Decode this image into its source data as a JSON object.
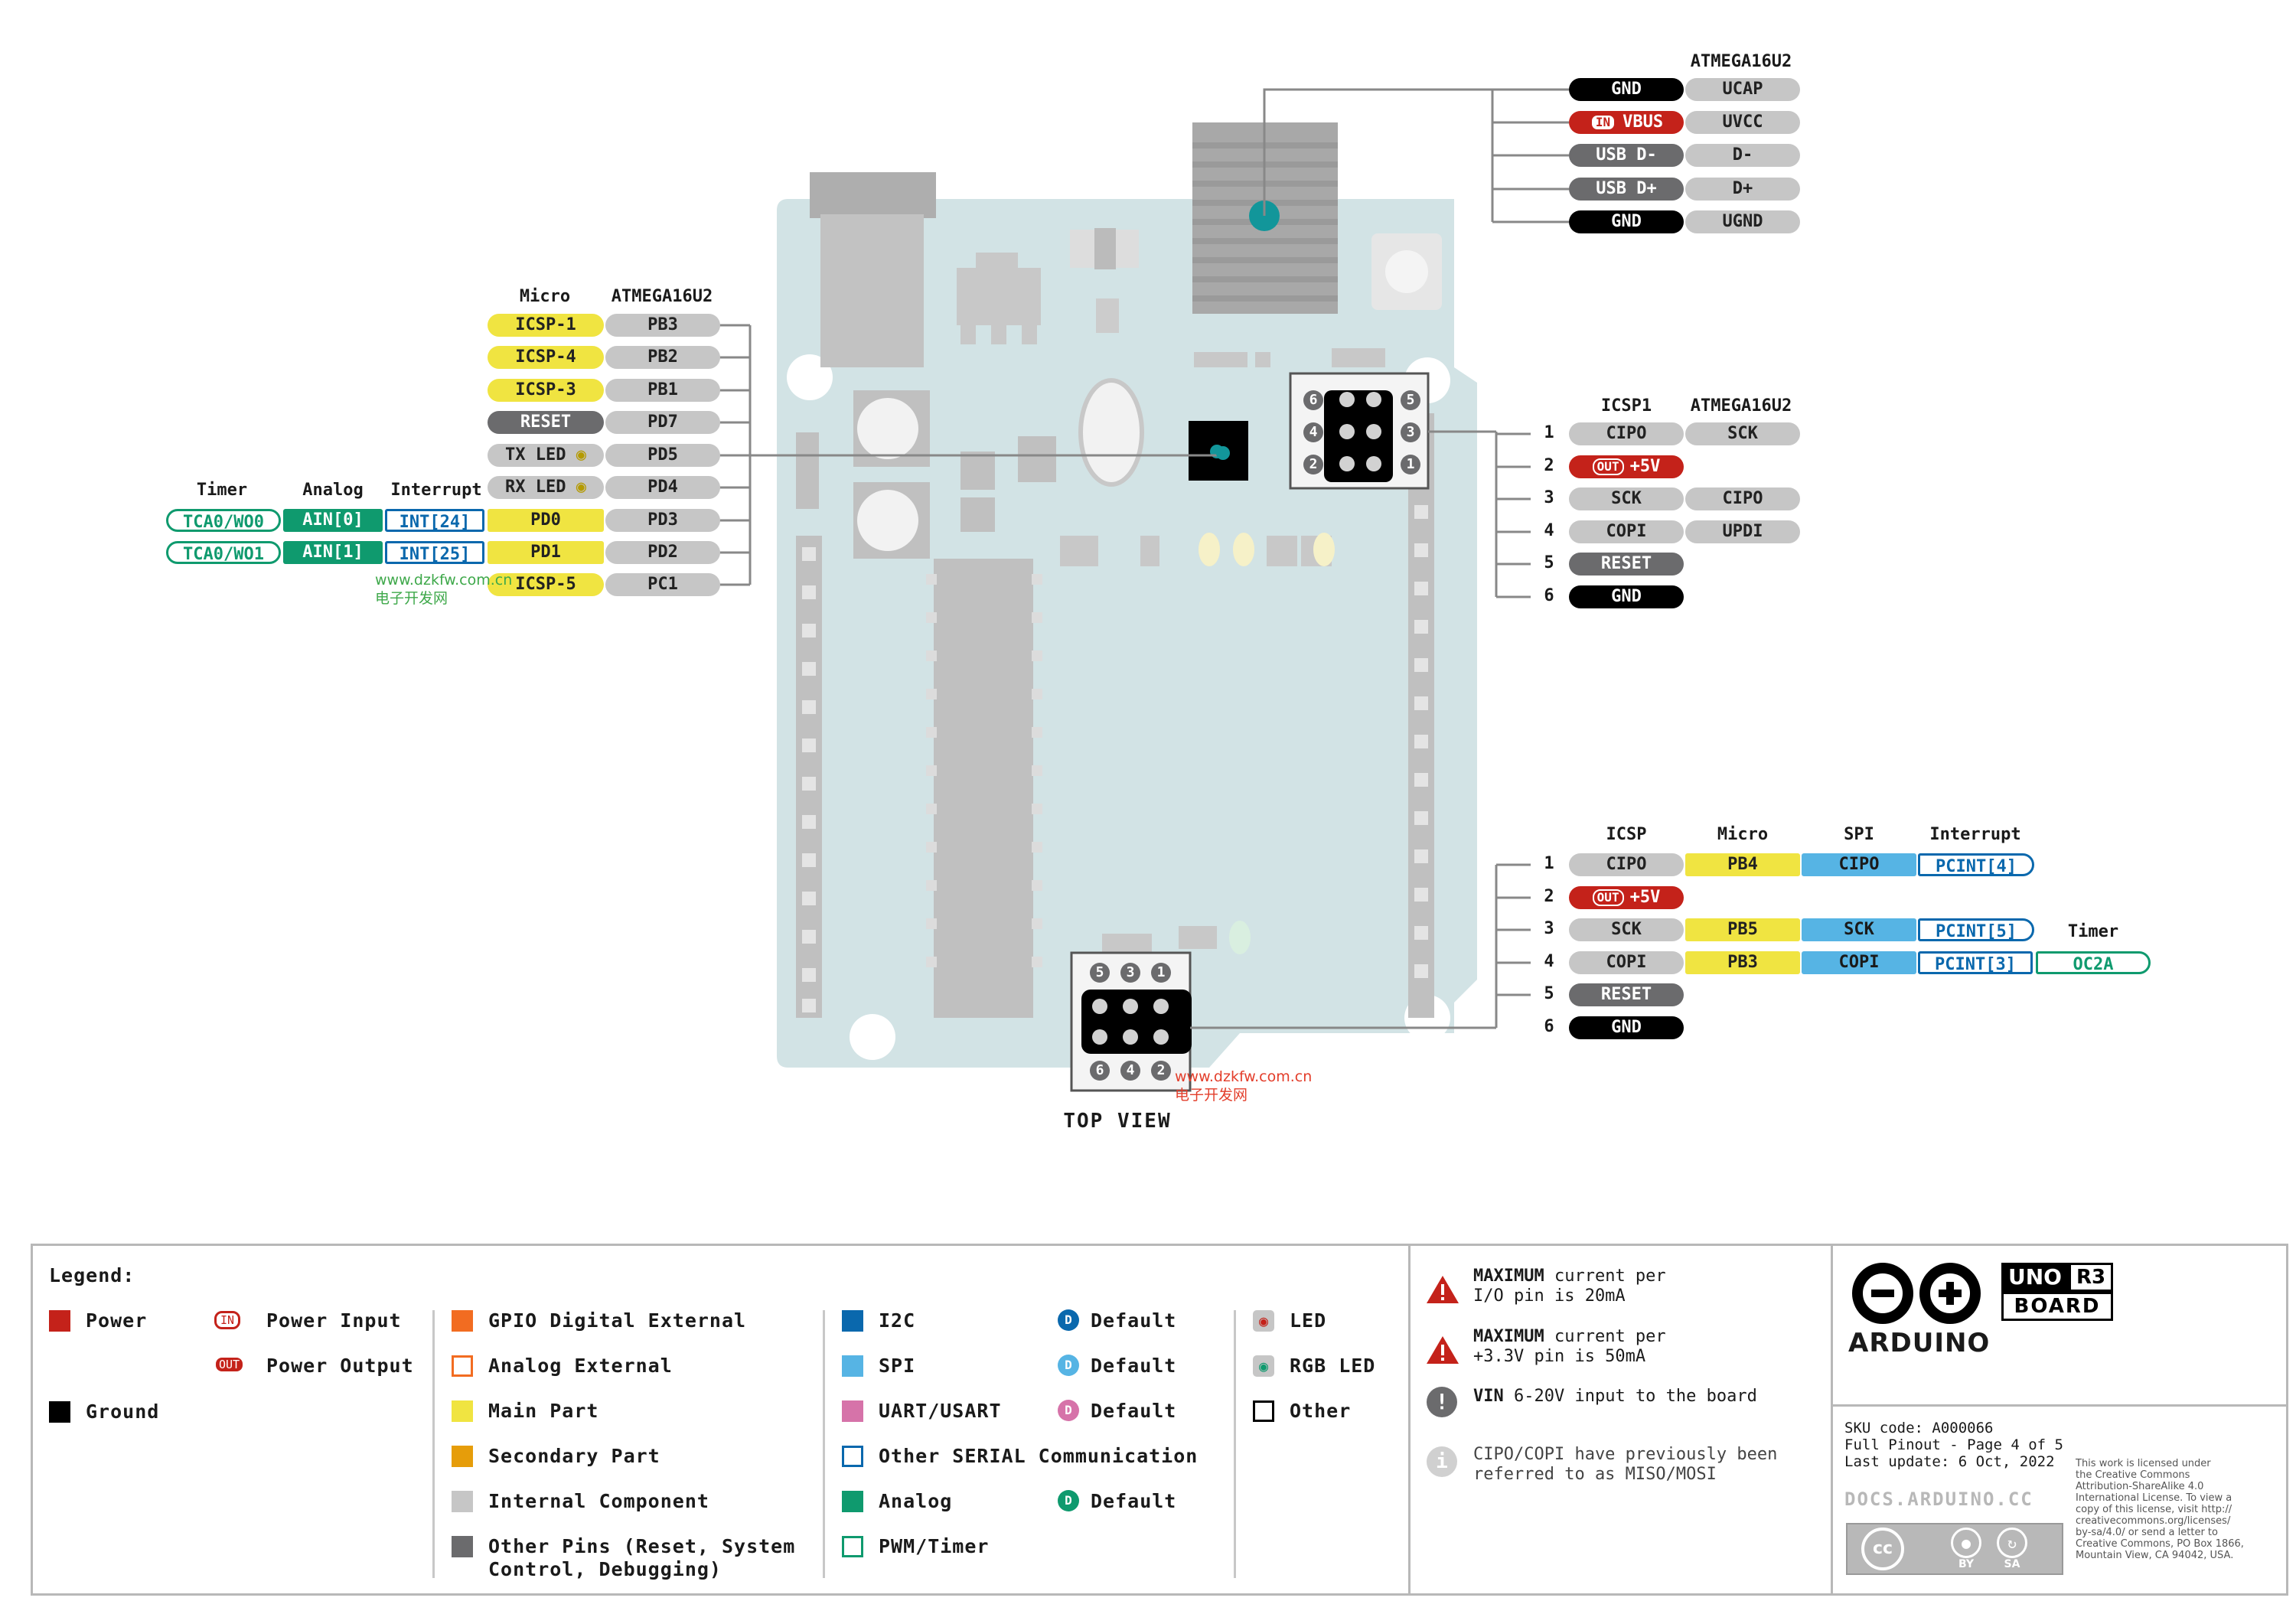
{
  "top_usb": {
    "header": "ATMEGA16U2",
    "rows": [
      {
        "left": "GND",
        "right": "UCAP",
        "left_color": "black"
      },
      {
        "left": "VBUS",
        "left_badge": "IN",
        "right": "UVCC",
        "left_color": "red"
      },
      {
        "left": "USB D-",
        "right": "D-",
        "left_color": "dgrey"
      },
      {
        "left": "USB D+",
        "right": "D+",
        "left_color": "dgrey"
      },
      {
        "left": "GND",
        "right": "UGND",
        "left_color": "black"
      }
    ]
  },
  "left_block": {
    "header_micro": "Micro",
    "header_atmega": "ATMEGA16U2",
    "header_timer": "Timer",
    "header_analog": "Analog",
    "header_interrupt": "Interrupt",
    "rows": [
      {
        "micro": "ICSP-1",
        "atmega": "PB3",
        "micro_color": "yellow"
      },
      {
        "micro": "ICSP-4",
        "atmega": "PB2",
        "micro_color": "yellow"
      },
      {
        "micro": "ICSP-3",
        "atmega": "PB1",
        "micro_color": "yellow"
      },
      {
        "micro": "RESET",
        "atmega": "PD7",
        "micro_color": "dgrey"
      },
      {
        "micro": "TX LED",
        "atmega": "PD5",
        "micro_color": "lgrey",
        "led": true
      },
      {
        "micro": "RX LED",
        "atmega": "PD4",
        "micro_color": "lgrey",
        "led": true
      },
      {
        "micro": "PD0",
        "atmega": "PD3",
        "micro_color": "yellow",
        "timer": "TCA0/WO0",
        "analog": "AIN[0]",
        "interrupt": "INT[24]"
      },
      {
        "micro": "PD1",
        "atmega": "PD2",
        "micro_color": "yellow",
        "timer": "TCA0/WO1",
        "analog": "AIN[1]",
        "interrupt": "INT[25]"
      },
      {
        "micro": "ICSP-5",
        "atmega": "PC1",
        "micro_color": "yellow"
      }
    ]
  },
  "icsp1": {
    "header_icsp": "ICSP1",
    "header_atmega": "ATMEGA16U2",
    "rows": [
      {
        "num": "1",
        "icsp": "CIPO",
        "atmega": "SCK",
        "color": "grey"
      },
      {
        "num": "2",
        "icsp": "+5V",
        "badge": "OUT",
        "color": "red"
      },
      {
        "num": "3",
        "icsp": "SCK",
        "atmega": "CIPO",
        "color": "grey"
      },
      {
        "num": "4",
        "icsp": "COPI",
        "atmega": "UPDI",
        "color": "grey"
      },
      {
        "num": "5",
        "icsp": "RESET",
        "color": "dgrey"
      },
      {
        "num": "6",
        "icsp": "GND",
        "color": "black"
      }
    ],
    "pin_labels_top": [
      "6",
      "5"
    ],
    "pin_labels_mid": [
      "4",
      "3"
    ],
    "pin_labels_bot": [
      "2",
      "1"
    ]
  },
  "icsp_main": {
    "header_icsp": "ICSP",
    "header_micro": "Micro",
    "header_spi": "SPI",
    "header_interrupt": "Interrupt",
    "header_timer": "Timer",
    "rows": [
      {
        "num": "1",
        "icsp": "CIPO",
        "micro": "PB4",
        "spi": "CIPO",
        "interrupt": "PCINT[4]",
        "color": "grey"
      },
      {
        "num": "2",
        "icsp": "+5V",
        "badge": "OUT",
        "color": "red"
      },
      {
        "num": "3",
        "icsp": "SCK",
        "micro": "PB5",
        "spi": "SCK",
        "interrupt": "PCINT[5]",
        "color": "grey"
      },
      {
        "num": "4",
        "icsp": "COPI",
        "micro": "PB3",
        "spi": "COPI",
        "interrupt": "PCINT[3]",
        "timer": "OC2A",
        "color": "grey"
      },
      {
        "num": "5",
        "icsp": "RESET",
        "color": "dgrey"
      },
      {
        "num": "6",
        "icsp": "GND",
        "color": "black"
      }
    ],
    "pin_labels_top": [
      "5",
      "3",
      "1"
    ],
    "pin_labels_bot": [
      "6",
      "4",
      "2"
    ]
  },
  "top_view": "TOP VIEW",
  "watermark": {
    "url": "www.dzkfw.com.cn",
    "cn": "电子开发网"
  },
  "legend": {
    "title": "Legend:",
    "power": "Power",
    "power_input": "Power Input",
    "power_output": "Power Output",
    "ground": "Ground",
    "badge_in": "IN",
    "badge_out": "OUT",
    "gpio": "GPIO Digital External",
    "analog_ext": "Analog External",
    "main_part": "Main Part",
    "secondary": "Secondary Part",
    "internal": "Internal Component",
    "other_pins_1": "Other Pins (Reset, System",
    "other_pins_2": "Control, Debugging)",
    "i2c": "I2C",
    "spi": "SPI",
    "uart": "UART/USART",
    "other_serial": "Other SERIAL Communication",
    "analog": "Analog",
    "pwm": "PWM/Timer",
    "default": "Default",
    "led": "LED",
    "rgb_led": "RGB LED",
    "other": "Other",
    "colors": {
      "power": "#c4221a",
      "ground": "#000000",
      "gpio": "#f26c21",
      "main": "#f0e441",
      "secondary": "#e69d0a",
      "internal": "#c6c6c6",
      "other_pins": "#6b6b6d",
      "i2c": "#0a68ad",
      "spi": "#56b4e4",
      "uart": "#d673a9",
      "analog": "#0f9a6e"
    }
  },
  "notes": {
    "n1_bold": "MAXIMUM",
    "n1_a": "current per",
    "n1_b": "I/O pin is 20mA",
    "n2_bold": "MAXIMUM",
    "n2_a": "current per",
    "n2_b": "+3.3V pin is 50mA",
    "n3_bold": "VIN",
    "n3_a": "6-20V input to the board",
    "n4_a": "CIPO/COPI have previously been",
    "n4_b": "referred to as MISO/MOSI"
  },
  "brand": {
    "name": "ARDUINO",
    "uno": "UNO",
    "r3": "R3",
    "board": "BOARD",
    "sku": "SKU code: A000066",
    "page": "Full Pinout - Page 4 of 5",
    "updated": "Last update: 6 Oct, 2022",
    "docs": "DOCS.ARDUINO.CC",
    "license": [
      "This work is licensed under",
      "the Creative Commons",
      "Attribution-ShareAlike 4.0",
      "International License. To view a",
      "copy of this license, visit http://",
      "creativecommons.org/licenses/",
      "by-sa/4.0/ or send a letter to",
      "Creative Commons, PO Box 1866,",
      "Mountain View, CA 94042, USA."
    ],
    "cc_by": "BY",
    "cc_sa": "SA"
  }
}
